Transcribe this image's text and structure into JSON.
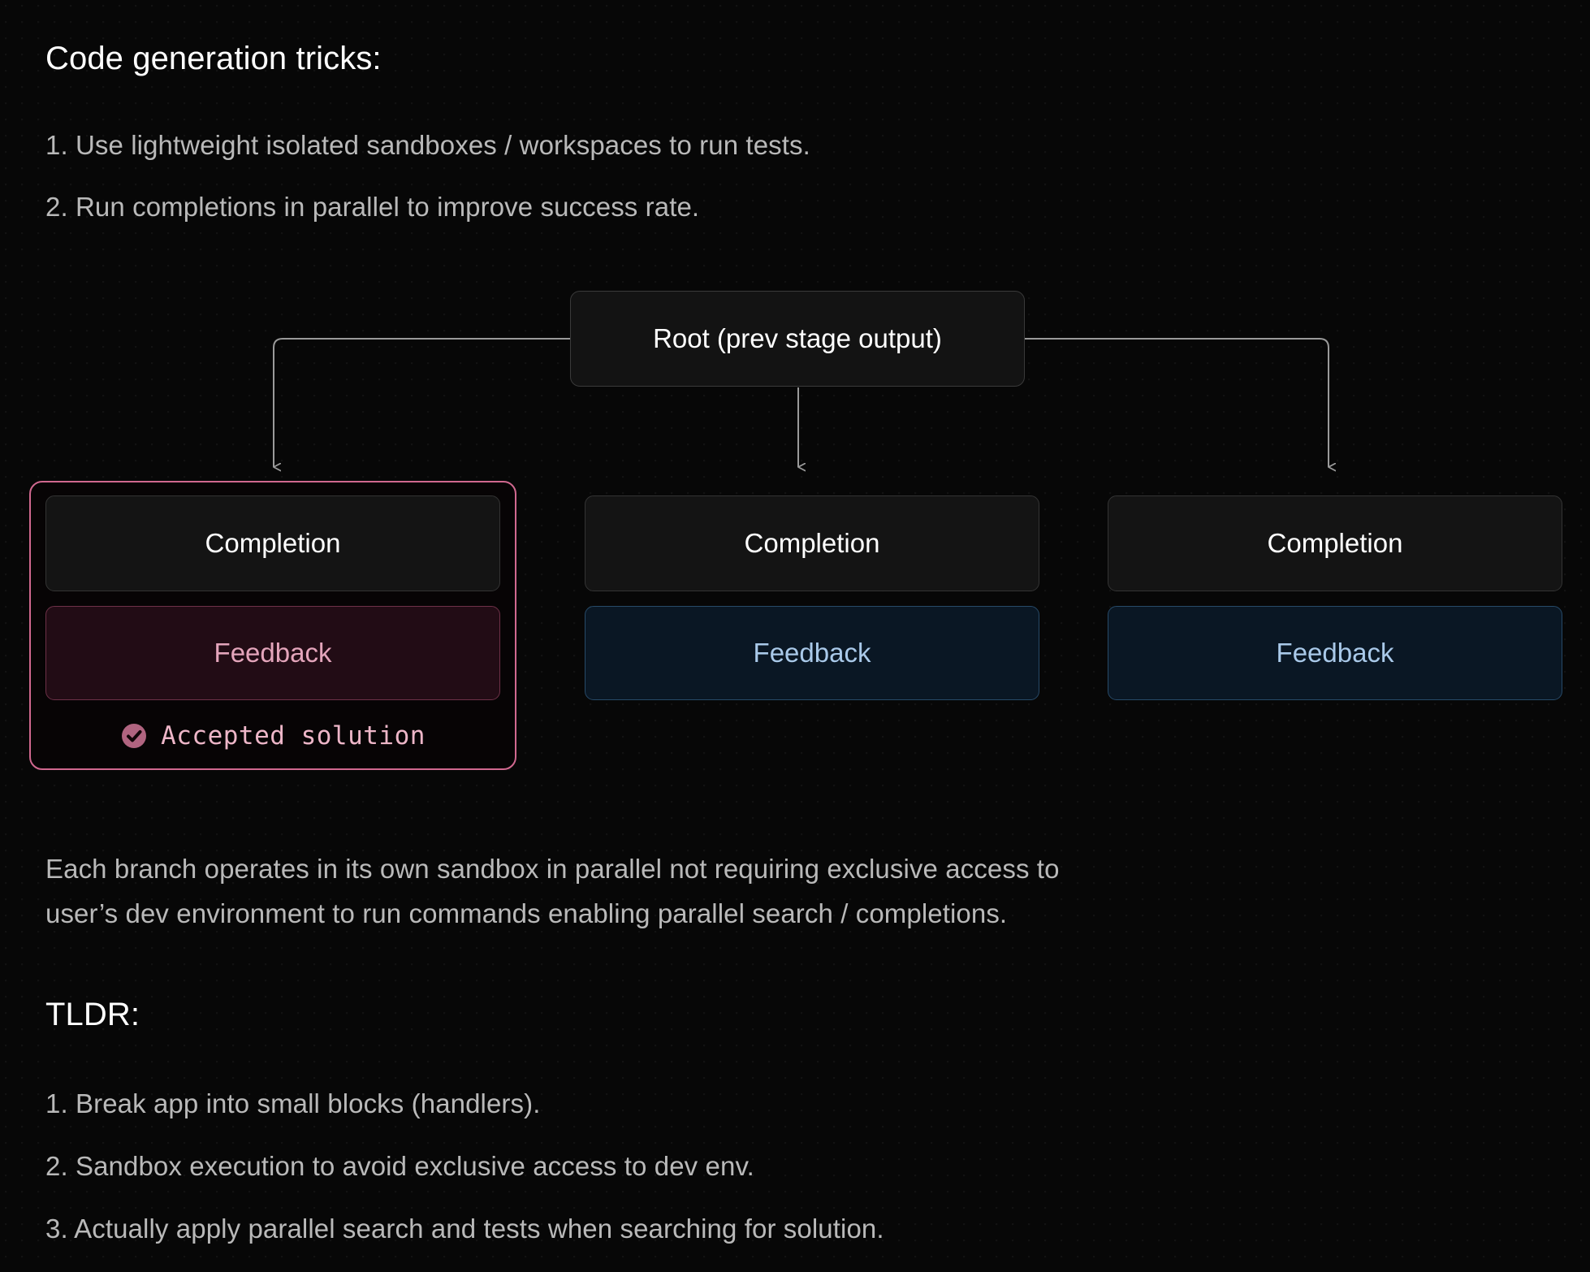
{
  "sections": {
    "tricks_heading": "Code generation tricks:",
    "tricks": [
      "1. Use lightweight isolated sandboxes / workspaces to run tests.",
      "2. Run completions in parallel to improve success rate."
    ],
    "caption": [
      "Each branch operates in its own sandbox in parallel not requiring exclusive access to",
      "user’s dev environment to run commands enabling parallel search / completions."
    ],
    "tldr_heading": "TLDR:",
    "tldr": [
      "1. Break app into small blocks (handlers).",
      "2. Sandbox execution to avoid exclusive access to dev env.",
      "3. Actually apply parallel search and tests when searching for solution."
    ]
  },
  "diagram": {
    "root": {
      "label": "Root (prev stage output)"
    },
    "branches": [
      {
        "completion_label": "Completion",
        "feedback_label": "Feedback",
        "accent": "rose",
        "highlighted": true,
        "accepted_label": "Accepted solution",
        "accepted_icon": "check-circle-icon"
      },
      {
        "completion_label": "Completion",
        "feedback_label": "Feedback",
        "accent": "blue",
        "highlighted": false
      },
      {
        "completion_label": "Completion",
        "feedback_label": "Feedback",
        "accent": "blue",
        "highlighted": false
      }
    ],
    "connector_label": "root-to-branch-connectors"
  },
  "colors": {
    "background": "#070707",
    "heading_text": "#ffffff",
    "body_text": "#b9b9b9",
    "node_fill": "#141414",
    "node_border": "#343434",
    "highlight_border": "#d0688f",
    "rose_fill": "#220c15",
    "rose_border": "#6e3148",
    "rose_text": "#e4a5bb",
    "blue_fill": "#0a1724",
    "blue_border": "#274a68",
    "blue_text": "#a9c9e9",
    "connector_stroke": "#9a9a9a",
    "accepted_text": "#edb6c8"
  }
}
